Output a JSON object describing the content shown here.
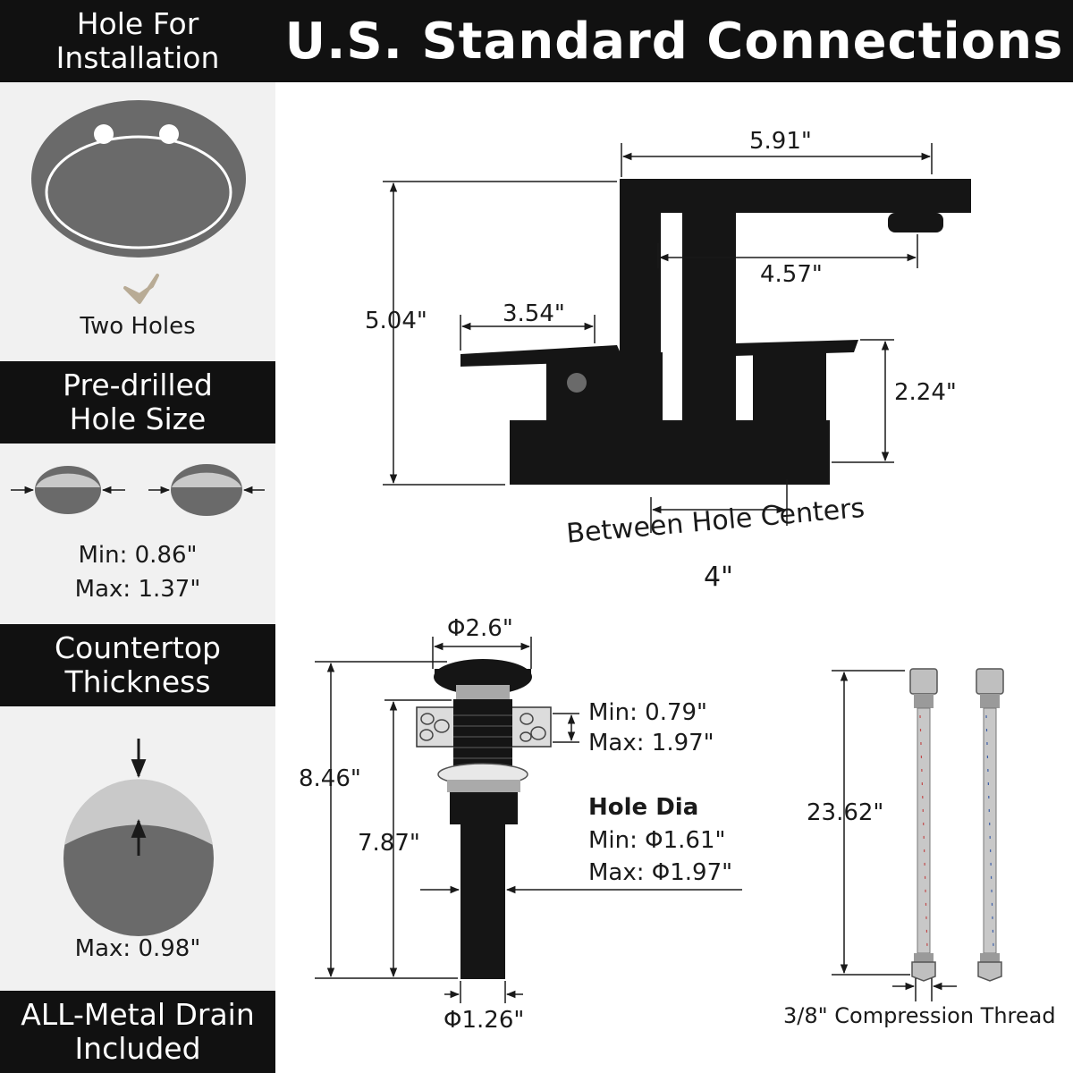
{
  "header": {
    "title": "U.S. Standard Connections"
  },
  "sidebar": {
    "install": {
      "title_line1": "Hole For",
      "title_line2": "Installation",
      "caption": "Two Holes"
    },
    "hole_size": {
      "title_line1": "Pre-drilled",
      "title_line2": "Hole Size",
      "min": "Min: 0.86\"",
      "max": "Max: 1.37\""
    },
    "thickness": {
      "title_line1": "Countertop",
      "title_line2": "Thickness",
      "max": "Max: 0.98\""
    },
    "drain": {
      "title_line1": "ALL-Metal Drain",
      "title_line2": "Included"
    }
  },
  "faucet": {
    "spout_length": "5.91\"",
    "spout_reach": "4.57\"",
    "height": "5.04\"",
    "handle_length": "3.54\"",
    "handle_height": "2.24\"",
    "centers_label": "Between Hole Centers",
    "centers_value": "4\""
  },
  "drain": {
    "cap_dia": "Φ2.6\"",
    "thick_min": "Min: 0.79\"",
    "thick_max": "Max: 1.97\"",
    "total_height": "8.46\"",
    "body_height": "7.87\"",
    "hole_title": "Hole Dia",
    "hole_min": "Min: Φ1.61\"",
    "hole_max": "Max: Φ1.97\"",
    "pipe_dia": "Φ1.26\""
  },
  "hoses": {
    "length": "23.62\"",
    "thread": "3/8\" Compression Thread"
  },
  "colors": {
    "bar": "#111111",
    "sidebar_bg": "#f1f1f1",
    "gray": "#6a6a6a",
    "check": "#b8ab95"
  }
}
